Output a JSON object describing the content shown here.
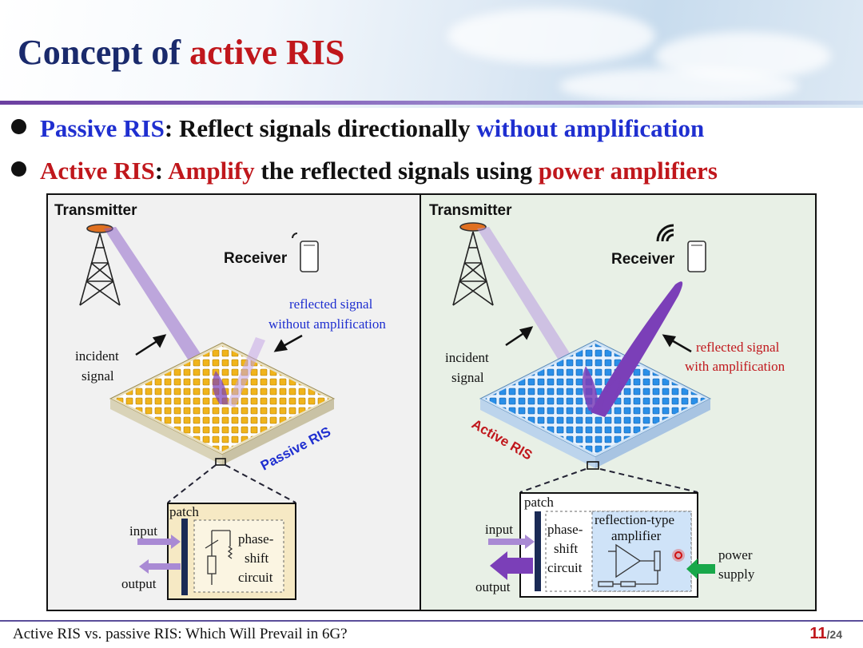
{
  "title": {
    "part1": "Concept of ",
    "part2": "active RIS"
  },
  "bullets": [
    {
      "term": "Passive RIS",
      "sep": ": Reflect signals directionally ",
      "highlight": "without amplification"
    },
    {
      "term": "Active RIS",
      "sep": ": ",
      "highlight1": "Amplify",
      "mid": " the reflected signals using ",
      "highlight2": "power amplifiers"
    }
  ],
  "passive": {
    "transmitter": "Transmitter",
    "receiver": "Receiver",
    "incident_1": "incident",
    "incident_2": "signal",
    "reflected_1": "reflected signal",
    "reflected_2": "without amplification",
    "ris_label": "Passive RIS",
    "patch": "patch",
    "input": "input",
    "output": "output",
    "circuit_1": "phase-",
    "circuit_2": "shift",
    "circuit_3": "circuit"
  },
  "active": {
    "transmitter": "Transmitter",
    "receiver": "Receiver",
    "incident_1": "incident",
    "incident_2": "signal",
    "reflected_1": "reflected signal",
    "reflected_2": "with amplification",
    "ris_label": "Active RIS",
    "patch": "patch",
    "input": "input",
    "output": "output",
    "circuit_1": "phase-",
    "circuit_2": "shift",
    "circuit_3": "circuit",
    "amp_1": "reflection-type",
    "amp_2": "amplifier",
    "power_1": "power",
    "power_2": "supply"
  },
  "footer": {
    "text": "Active RIS vs. passive RIS: Which Will Prevail in 6G?",
    "page": "11",
    "total": "/24"
  },
  "colors": {
    "title_blue": "#1a2a6c",
    "accent_red": "#c0171c",
    "accent_blue": "#1f2fd0",
    "passive_patch": "#f0b41c",
    "active_patch": "#2a8fe8",
    "beam": "#7b3fb8"
  }
}
